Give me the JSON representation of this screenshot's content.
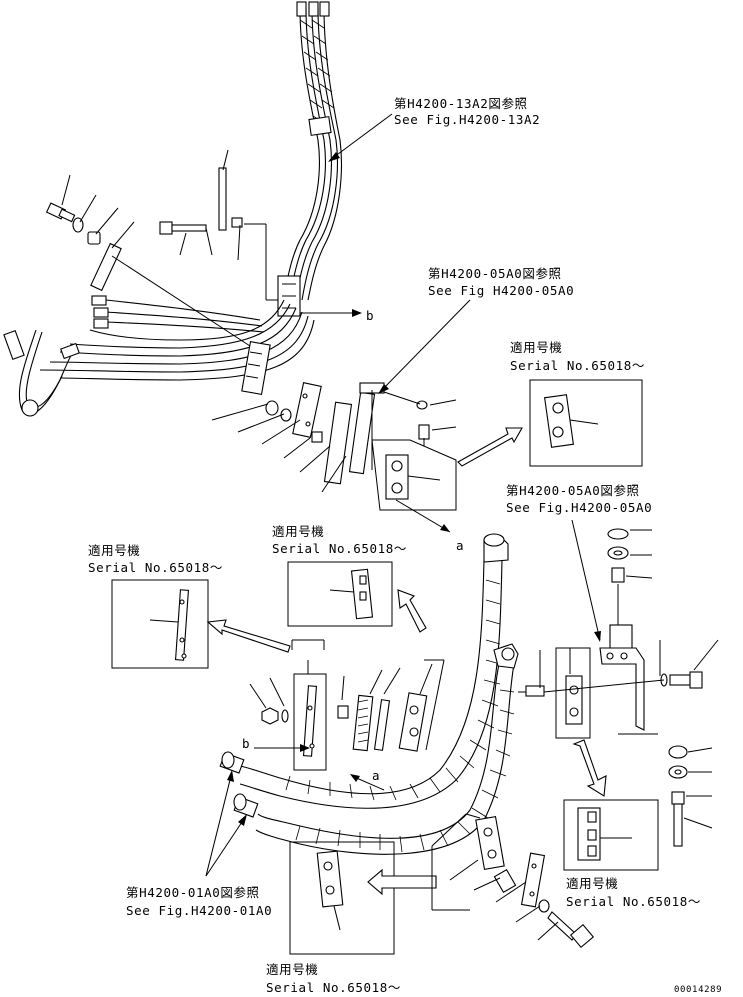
{
  "refs": {
    "r1_jp": "第H4200-13A2図参照",
    "r1_en": "See Fig.H4200-13A2",
    "r2_jp": "第H4200-05A0図参照",
    "r2_en": "See Fig H4200-05A0",
    "r3_jp": "第H4200-05A0図参照",
    "r3_en": "See Fig.H4200-05A0",
    "r4_jp": "第H4200-01A0図参照",
    "r4_en": "See Fig.H4200-01A0"
  },
  "serial": {
    "jp": "適用号機",
    "en": "Serial No.65018～"
  },
  "letters": {
    "b1": "b",
    "a1": "a",
    "b2": "b",
    "a2": "a"
  },
  "drawing_no": "00014289"
}
